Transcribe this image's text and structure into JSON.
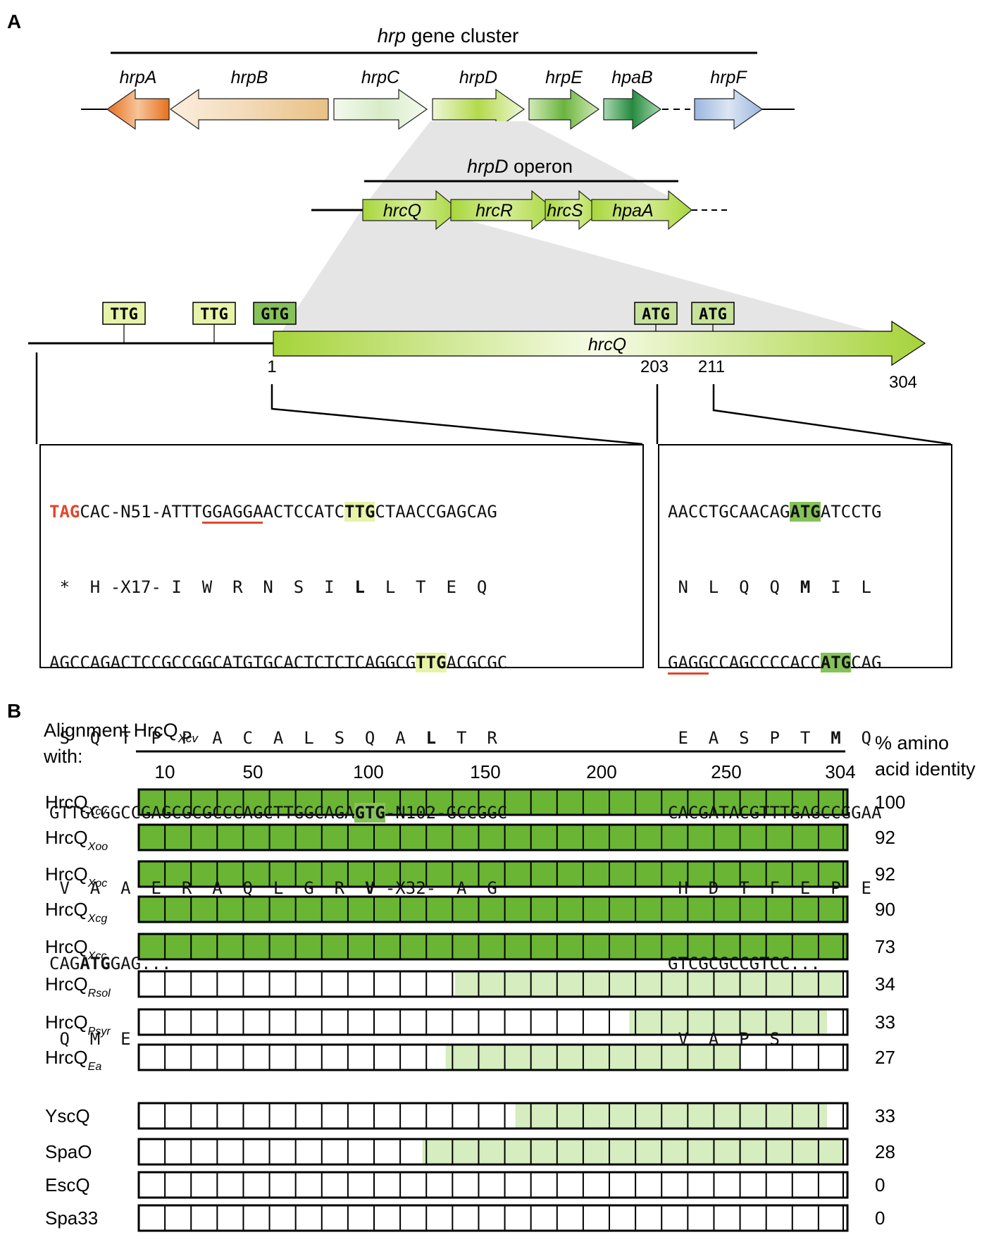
{
  "panelA": {
    "label": "A",
    "cluster_title_italic": "hrp",
    "cluster_title_rest": " gene cluster",
    "genes": [
      {
        "name": "hrpA",
        "dir": "left",
        "c1": "#e8701e",
        "c2": "#fbe7d6"
      },
      {
        "name": "hrpB",
        "dir": "left",
        "c1": "#fbeedd",
        "c2": "#eac58a"
      },
      {
        "name": "hrpC",
        "dir": "right",
        "c1": "#d7ecc6",
        "c2": "#f4faee"
      },
      {
        "name": "hrpD",
        "dir": "right",
        "c1": "#b4d94a",
        "c2": "#eef7d6"
      },
      {
        "name": "hrpE",
        "dir": "right",
        "c1": "#6ab43e",
        "c2": "#d2ebb8"
      },
      {
        "name": "hpaB",
        "dir": "right",
        "c1": "#258a3e",
        "c2": "#a8d8b0"
      },
      {
        "name": "hrpF",
        "dir": "right",
        "c1": "#dbe6f3",
        "c2": "#9bb6df"
      }
    ],
    "operon_title_italic": "hrpD",
    "operon_title_rest": " operon",
    "operon_genes": [
      "hrcQ",
      "hrcR",
      "hrcS",
      "hpaA"
    ],
    "codons": [
      {
        "text": "TTG",
        "color": "#e6f3a9"
      },
      {
        "text": "TTG",
        "color": "#e6f3a9"
      },
      {
        "text": "GTG",
        "color": "#86c25a"
      },
      {
        "text": "ATG",
        "color": "#c6e29a"
      },
      {
        "text": "ATG",
        "color": "#c6e29a"
      }
    ],
    "hrcq_label": "hrcQ",
    "positions": [
      "1",
      "203",
      "211",
      "304"
    ],
    "seq_left": {
      "l1_tag": "TAG",
      "l1_a": "CAC-N51-ATTT",
      "l1_rbs": "GGAGGA",
      "l1_b": "ACTCCATC",
      "l1_ttg": "TTG",
      "l1_c": "CTAACCGAGCAG",
      "l2_a": " *  H -X17- I  W  R  N  S  I  ",
      "l2_bold": "L",
      "l2_b": "  L  T  E  Q",
      "l3_a": "AGCCAGACTCCGCCGGCATGTGCACTCTCTCAGGCG",
      "l3_ttg": "TTG",
      "l3_b": "ACGCGC",
      "l4_a": " S  Q  T  P  P  A  C  A  L  S  Q  A  ",
      "l4_bold": "L",
      "l4_b": "  T  R",
      "l5_a": "GTTGCGGCCGAGCGCGCCCAGCTTGGCAGA",
      "l5_gtg": "GTG",
      "l5_b": "-N102-GCCGGC",
      "l6_a": " V  A  A  E  R  A  Q  L  G  R  ",
      "l6_bold": "V",
      "l6_b": " -X32-  A  G",
      "l7_a": "CAG",
      "l7_atg": "ATG",
      "l7_b": "GAG...",
      "l8": " Q  M  E"
    },
    "seq_right": {
      "l1_a": "AACCTGCAACAG",
      "l1_atg": "ATG",
      "l1_b": "ATCCTG",
      "l2_a": " N  L  Q  Q  ",
      "l2_bold": "M",
      "l2_b": "  I  L",
      "l3_rbs": "GAGG",
      "l3_a": "CCAGCCCCACC",
      "l3_atg": "ATG",
      "l3_b": "CAG",
      "l4_a": " E  A  S  P  T  ",
      "l4_bold": "M",
      "l4_b": "  Q",
      "l5": "CACGATACGTTTGAGCCGGAA",
      "l6": " H  D  T  F  E  P  E",
      "l7": "GTCGCGCCGTCC...",
      "l8": " V  A  P  S"
    }
  },
  "panelB": {
    "label": "B",
    "header_line1": "Alignment HrcQ",
    "header_sub": "Xcv",
    "header_line2": "with:",
    "identity_line1": "% amino",
    "identity_line2": "acid identity",
    "ticks": [
      "10",
      "50",
      "100",
      "150",
      "200",
      "250",
      "304"
    ],
    "colors": {
      "full": "#6ab533",
      "partial": "#d5edbf",
      "empty": "#ffffff"
    }
  },
  "chart_data": {
    "type": "bar",
    "title": "",
    "columns": [
      "% amino acid identity"
    ],
    "rows": [
      {
        "name": "HrcQ",
        "sub": "Xcv",
        "identity": 100,
        "homology_start": 1,
        "homology_end": 304,
        "level": "full"
      },
      {
        "name": "HrcQ",
        "sub": "Xoo",
        "identity": 92,
        "homology_start": 1,
        "homology_end": 304,
        "level": "full"
      },
      {
        "name": "HrcQ",
        "sub": "Xoc",
        "identity": 92,
        "homology_start": 1,
        "homology_end": 304,
        "level": "full"
      },
      {
        "name": "HrcQ",
        "sub": "Xcg",
        "identity": 90,
        "homology_start": 1,
        "homology_end": 304,
        "level": "full"
      },
      {
        "name": "HrcQ",
        "sub": "Xcc",
        "identity": 73,
        "homology_start": 1,
        "homology_end": 304,
        "level": "full"
      },
      {
        "name": "HrcQ",
        "sub": "Rsol",
        "identity": 34,
        "homology_start": 137,
        "homology_end": 304,
        "level": "partial"
      },
      {
        "name": "HrcQ",
        "sub": "Psyr",
        "identity": 33,
        "homology_start": 212,
        "homology_end": 297,
        "level": "partial"
      },
      {
        "name": "HrcQ",
        "sub": "Ea",
        "identity": 27,
        "homology_start": 133,
        "homology_end": 260,
        "level": "partial"
      },
      {
        "name": "YscQ",
        "sub": "",
        "identity": 33,
        "homology_start": 163,
        "homology_end": 297,
        "level": "partial"
      },
      {
        "name": "SpaO",
        "sub": "",
        "identity": 28,
        "homology_start": 123,
        "homology_end": 304,
        "level": "partial"
      },
      {
        "name": "EscQ",
        "sub": "",
        "identity": 0,
        "homology_start": 0,
        "homology_end": 0,
        "level": "none"
      },
      {
        "name": "Spa33",
        "sub": "",
        "identity": 0,
        "homology_start": 0,
        "homology_end": 0,
        "level": "none"
      }
    ]
  }
}
